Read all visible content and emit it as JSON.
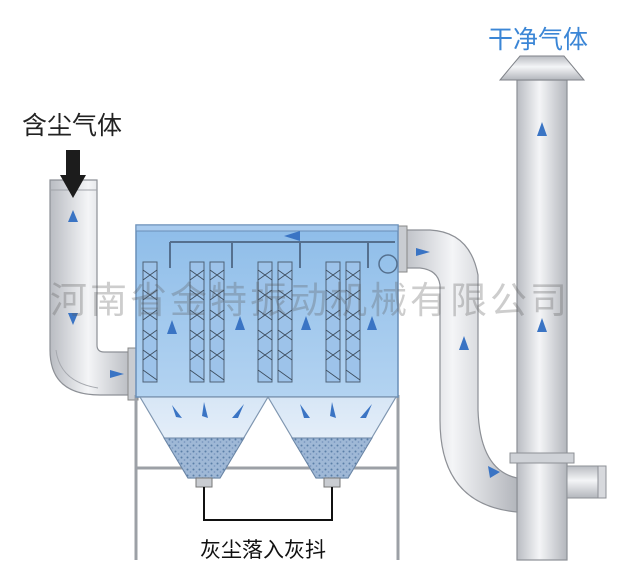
{
  "labels": {
    "dusty_gas": "含尘气体",
    "clean_gas": "干净气体",
    "dust_into_hopper": "灰尘落入灰抖"
  },
  "watermark": "河南省金特振动机械有限公司",
  "colors": {
    "clean_gas_label": "#3b86d6",
    "housing_fill": "#7fb3e6",
    "pipe_fill": "#e4e6ea",
    "flow_arrow": "#3a74c4",
    "dust": "#6c8fb8"
  },
  "icons": [
    "flow-arrow-icon",
    "inlet-arrow-icon",
    "exit-cap-icon"
  ]
}
